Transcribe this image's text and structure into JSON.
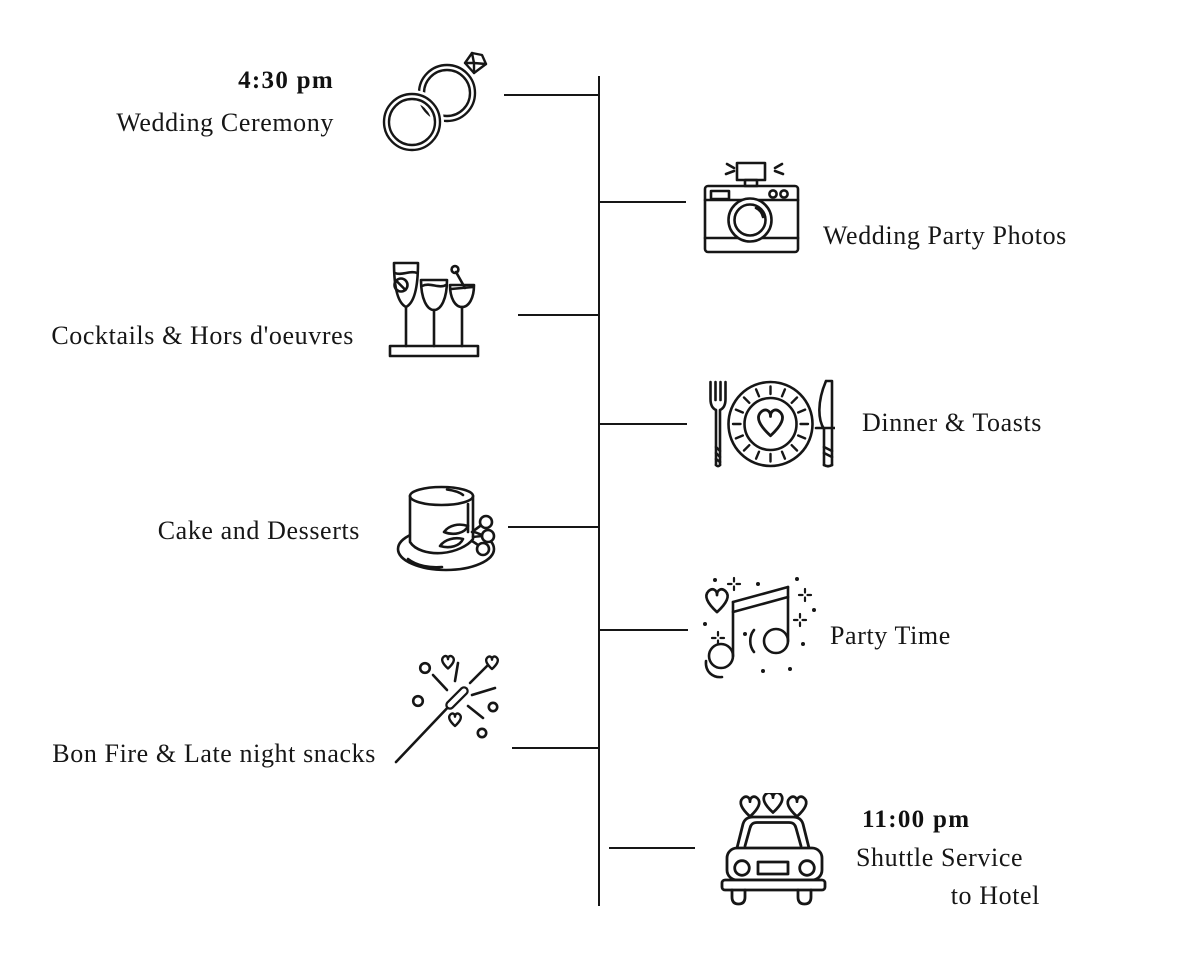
{
  "colors": {
    "background": "#ffffff",
    "ink": "#161616"
  },
  "timeline": {
    "orientation": "vertical",
    "events": [
      {
        "side": "left",
        "time": "4:30 pm",
        "label": "Wedding Ceremony",
        "icon": "wedding-rings-icon"
      },
      {
        "side": "right",
        "label": "Wedding Party Photos",
        "icon": "camera-icon"
      },
      {
        "side": "left",
        "label": "Cocktails & Hors d'oeuvres",
        "icon": "cocktail-glasses-icon"
      },
      {
        "side": "right",
        "label": "Dinner & Toasts",
        "icon": "dinner-plate-icon"
      },
      {
        "side": "left",
        "label": "Cake and Desserts",
        "icon": "cake-on-plate-icon"
      },
      {
        "side": "right",
        "label": "Party Time",
        "icon": "music-notes-icon"
      },
      {
        "side": "left",
        "label": "Bon Fire & Late night snacks",
        "icon": "sparkler-icon"
      },
      {
        "side": "right",
        "time": "11:00 pm",
        "label": "Shuttle Service",
        "label_line2": "to Hotel",
        "icon": "wedding-car-icon"
      }
    ]
  }
}
